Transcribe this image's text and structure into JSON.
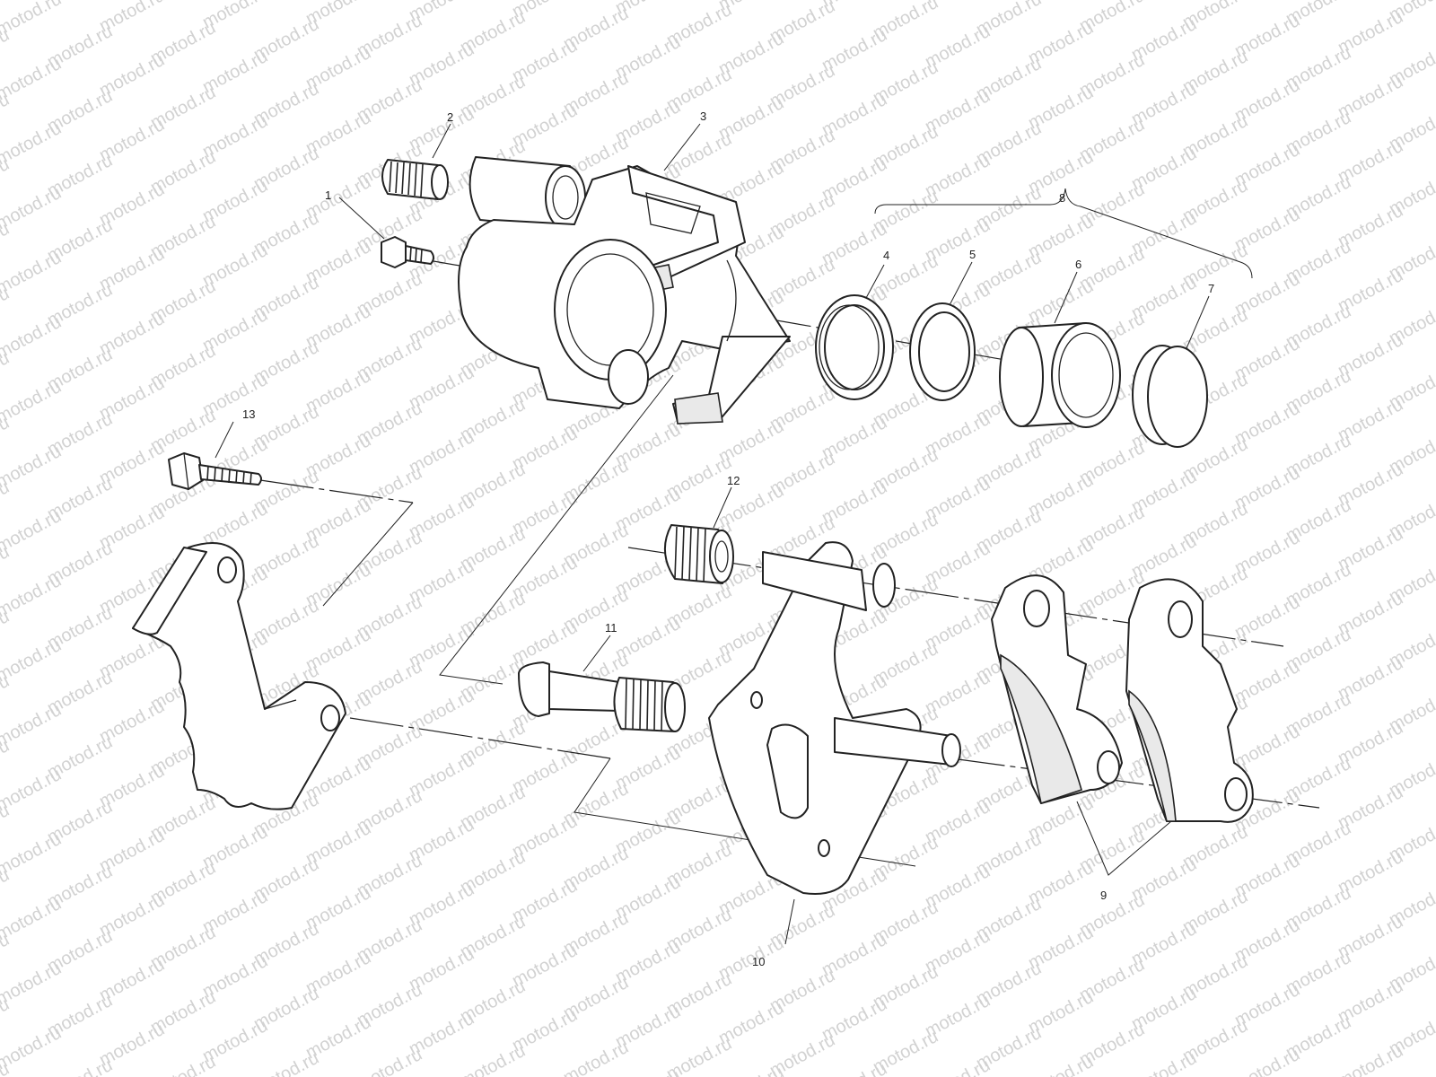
{
  "watermark": {
    "text": "motod.ru"
  },
  "callouts": {
    "c1": "1",
    "c2": "2",
    "c3": "3",
    "c4": "4",
    "c5": "5",
    "c6": "6",
    "c7": "7",
    "c8": "8",
    "c9": "9",
    "c10": "10",
    "c11": "11",
    "c12": "12",
    "c13": "13"
  },
  "colors": {
    "line": "#222222",
    "watermark": "#d2d2d2",
    "background": "#ffffff"
  }
}
